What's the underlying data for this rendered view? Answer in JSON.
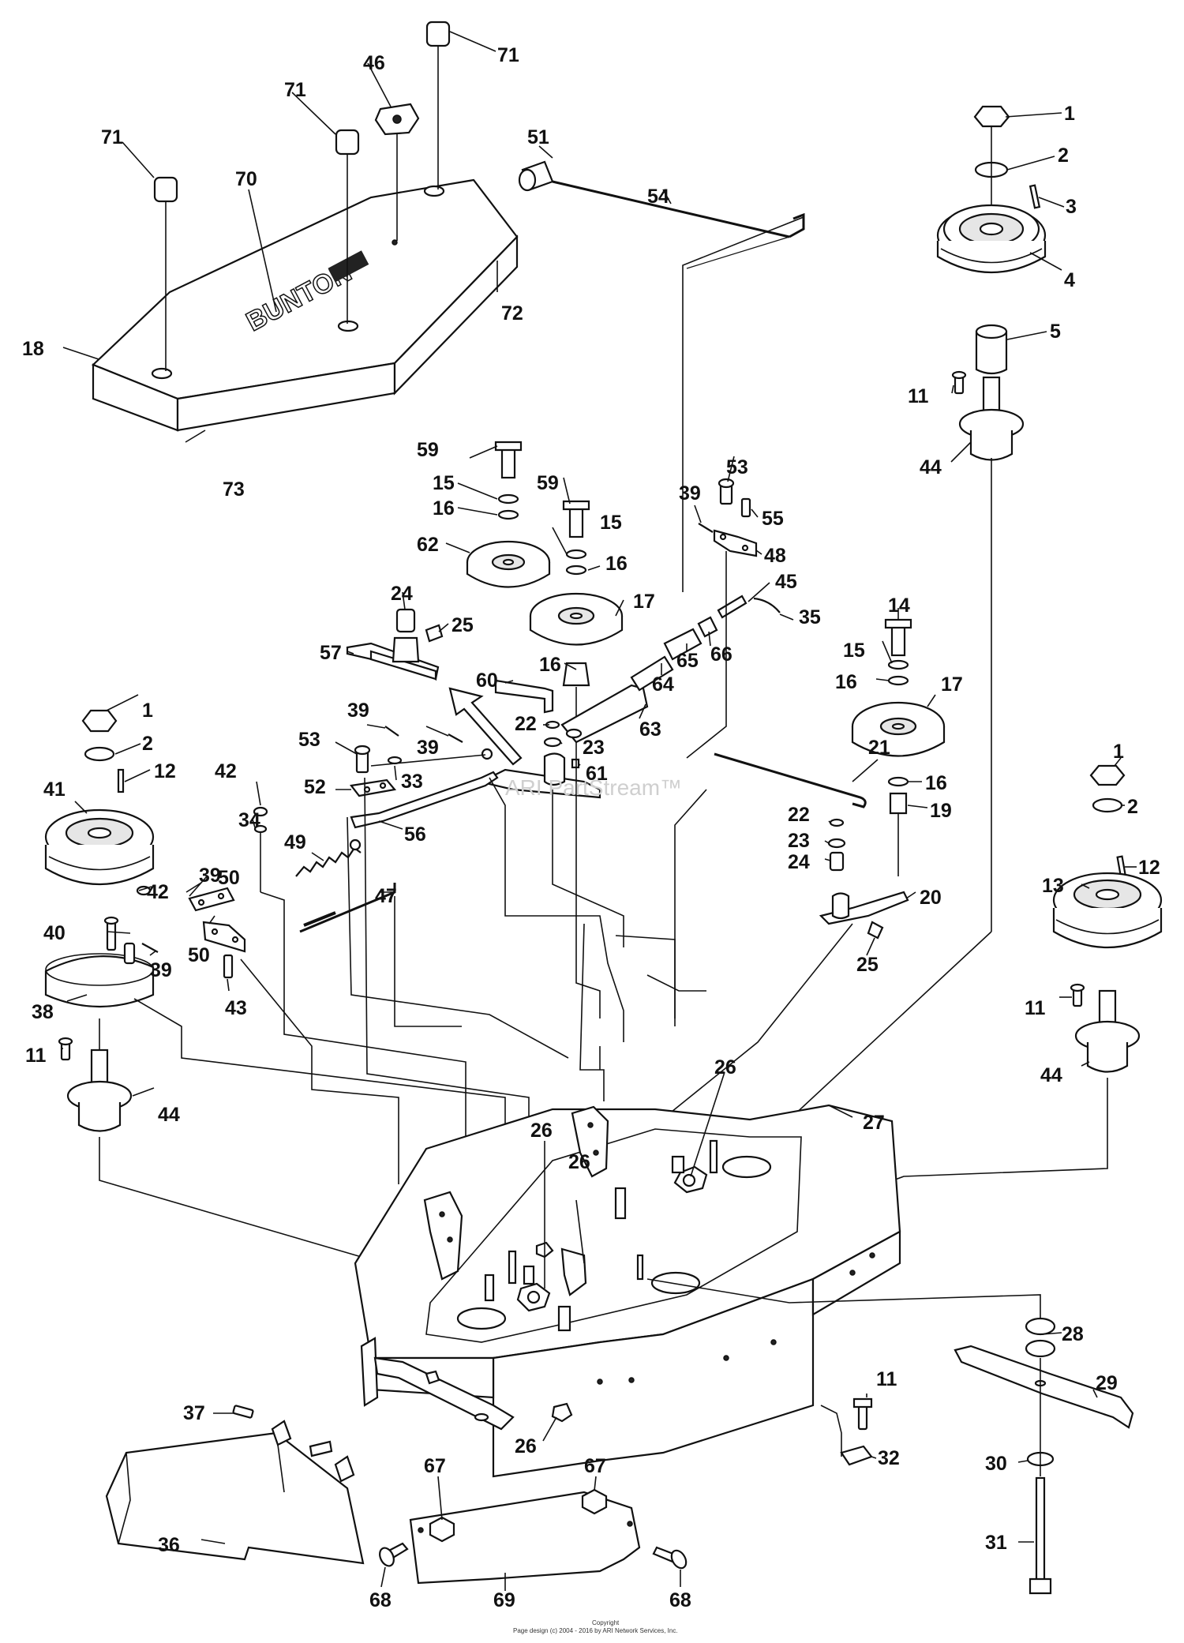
{
  "brand": {
    "deck_logo": "BUNTON",
    "watermark": "ARI PartStream™",
    "copyright_line1": "Copyright",
    "copyright_line2": "Page design (c) 2004 - 2016 by ARI Network Services, Inc."
  },
  "callouts": [
    {
      "number": "1"
    },
    {
      "number": "2"
    },
    {
      "number": "3"
    },
    {
      "number": "4"
    },
    {
      "number": "5"
    },
    {
      "number": "11"
    },
    {
      "number": "44"
    },
    {
      "number": "71"
    },
    {
      "number": "46"
    },
    {
      "number": "71"
    },
    {
      "number": "71"
    },
    {
      "number": "70"
    },
    {
      "number": "72"
    },
    {
      "number": "18"
    },
    {
      "number": "73"
    },
    {
      "number": "51"
    },
    {
      "number": "54"
    },
    {
      "number": "59"
    },
    {
      "number": "15"
    },
    {
      "number": "16"
    },
    {
      "number": "62"
    },
    {
      "number": "59"
    },
    {
      "number": "15"
    },
    {
      "number": "16"
    },
    {
      "number": "17"
    },
    {
      "number": "16"
    },
    {
      "number": "53"
    },
    {
      "number": "55"
    },
    {
      "number": "39"
    },
    {
      "number": "48"
    },
    {
      "number": "45"
    },
    {
      "number": "35"
    },
    {
      "number": "66"
    },
    {
      "number": "65"
    },
    {
      "number": "64"
    },
    {
      "number": "63"
    },
    {
      "number": "24"
    },
    {
      "number": "25"
    },
    {
      "number": "57"
    },
    {
      "number": "60"
    },
    {
      "number": "22"
    },
    {
      "number": "23"
    },
    {
      "number": "61"
    },
    {
      "number": "14"
    },
    {
      "number": "15"
    },
    {
      "number": "16"
    },
    {
      "number": "17"
    },
    {
      "number": "16"
    },
    {
      "number": "19"
    },
    {
      "number": "21"
    },
    {
      "number": "22"
    },
    {
      "number": "23"
    },
    {
      "number": "24"
    },
    {
      "number": "20"
    },
    {
      "number": "25"
    },
    {
      "number": "1"
    },
    {
      "number": "2"
    },
    {
      "number": "12"
    },
    {
      "number": "13"
    },
    {
      "number": "11"
    },
    {
      "number": "44"
    },
    {
      "number": "1"
    },
    {
      "number": "2"
    },
    {
      "number": "41"
    },
    {
      "number": "12"
    },
    {
      "number": "42"
    },
    {
      "number": "34"
    },
    {
      "number": "39"
    },
    {
      "number": "50"
    },
    {
      "number": "42"
    },
    {
      "number": "40"
    },
    {
      "number": "39"
    },
    {
      "number": "50"
    },
    {
      "number": "43"
    },
    {
      "number": "38"
    },
    {
      "number": "11"
    },
    {
      "number": "44"
    },
    {
      "number": "53"
    },
    {
      "number": "52"
    },
    {
      "number": "39"
    },
    {
      "number": "39"
    },
    {
      "number": "33"
    },
    {
      "number": "56"
    },
    {
      "number": "49"
    },
    {
      "number": "47"
    },
    {
      "number": "26"
    },
    {
      "number": "27"
    },
    {
      "number": "26"
    },
    {
      "number": "26"
    },
    {
      "number": "28"
    },
    {
      "number": "29"
    },
    {
      "number": "11"
    },
    {
      "number": "32"
    },
    {
      "number": "30"
    },
    {
      "number": "31"
    },
    {
      "number": "37"
    },
    {
      "number": "36"
    },
    {
      "number": "26"
    },
    {
      "number": "67"
    },
    {
      "number": "67"
    },
    {
      "number": "68"
    },
    {
      "number": "69"
    },
    {
      "number": "68"
    }
  ]
}
